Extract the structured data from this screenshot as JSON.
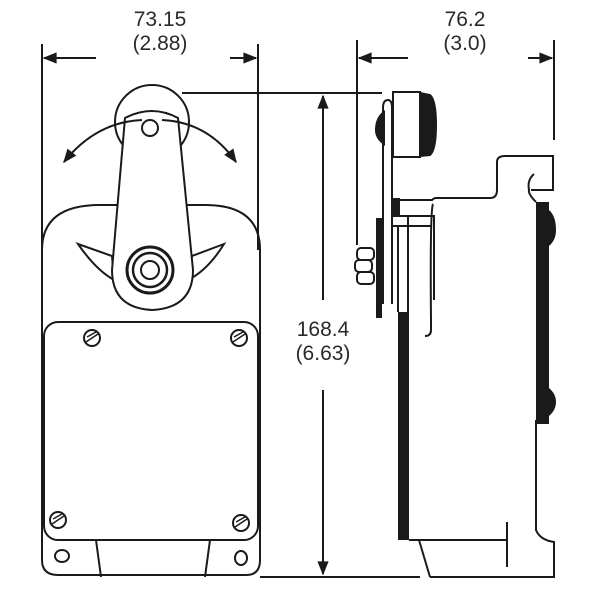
{
  "drawing": {
    "title": "Limit switch with roller lever - front and side views",
    "units_primary": "mm",
    "units_secondary": "in",
    "line_color": "#1a1a1a",
    "background": "#ffffff"
  },
  "dimensions": {
    "width": {
      "mm": "73.15",
      "in": "(2.88)"
    },
    "depth": {
      "mm": "76.2",
      "in": "(3.0)"
    },
    "height": {
      "mm": "168.4",
      "in": "(6.63)"
    }
  },
  "views": [
    {
      "name": "front-view",
      "features": [
        "roller",
        "lever-arm",
        "rotation-arrows",
        "cam-stops",
        "hex-nut",
        "cover-plate",
        "4 cover screws",
        "2 mounting holes",
        "base conduit"
      ]
    },
    {
      "name": "side-view",
      "features": [
        "roller",
        "lever-arm",
        "shaft-nut",
        "head-housing",
        "body",
        "mounting bracket",
        "base"
      ]
    }
  ]
}
